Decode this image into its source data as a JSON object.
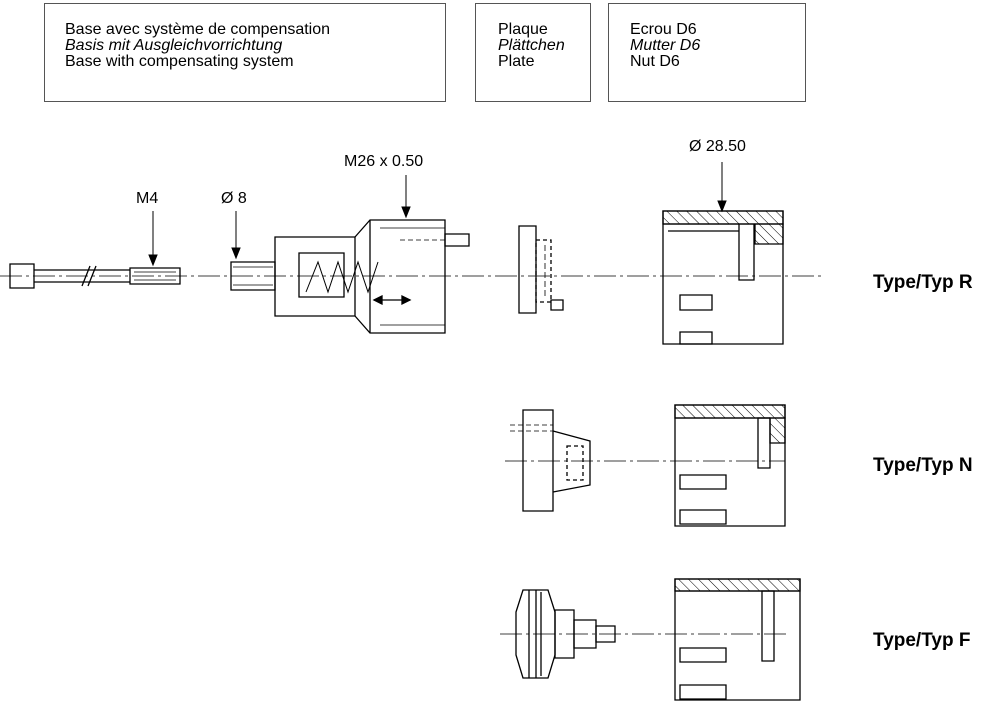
{
  "boxes": {
    "base": {
      "fr": "Base avec système de compensation",
      "de": "Basis mit Ausgleichvorrichtung",
      "en": "Base with compensating system"
    },
    "plate": {
      "fr": "Plaque",
      "de": "Plättchen",
      "en": "Plate"
    },
    "nut": {
      "fr": "Ecrou D6",
      "de": "Mutter D6",
      "en": "Nut D6"
    }
  },
  "dimensions": {
    "m4": "M4",
    "d8": "Ø 8",
    "m26": "M26 x 0.50",
    "d2850": "Ø 28.50"
  },
  "types": {
    "r": "Type/Typ R",
    "n": "Type/Typ N",
    "f": "Type/Typ F"
  }
}
